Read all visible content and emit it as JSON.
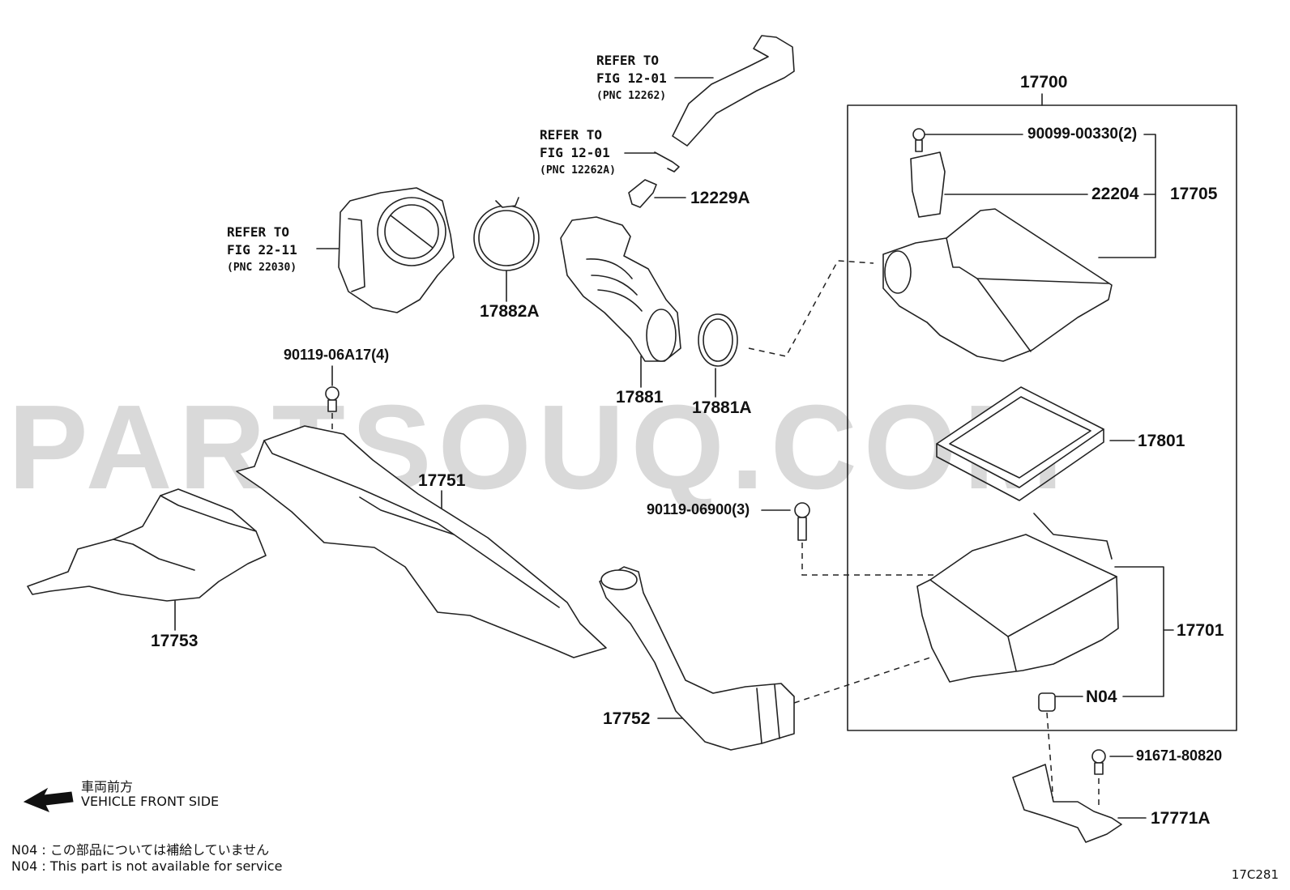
{
  "watermark": "PARTSOUQ.COM",
  "callouts": {
    "p17700": "17700",
    "p90099": "90099-00330(2)",
    "p22204": "22204",
    "p17705": "17705",
    "p12229A": "12229A",
    "p17882A": "17882A",
    "p17881": "17881",
    "p17881A": "17881A",
    "p90119_06A17": "90119-06A17(4)",
    "p17751": "17751",
    "p17753": "17753",
    "p17752": "17752",
    "p17801": "17801",
    "p90119_06900": "90119-06900(3)",
    "p17701": "17701",
    "pN04": "N04",
    "p91671": "91671-80820",
    "p17771A": "17771A"
  },
  "references": [
    {
      "line1": "REFER TO",
      "line2": "FIG 12-01",
      "line3": "(PNC 12262)"
    },
    {
      "line1": "REFER TO",
      "line2": "FIG 12-01",
      "line3": "(PNC 12262A)"
    },
    {
      "line1": "REFER TO",
      "line2": "FIG 22-11",
      "line3": "(PNC 22030)"
    }
  ],
  "direction": {
    "jp": "車両前方",
    "en": "VEHICLE FRONT SIDE"
  },
  "notes": {
    "jp": "N04 : この部品については補給していません",
    "en": "N04 : This part is not available for service"
  },
  "figure_code": "17C281",
  "icons": [
    "arrow-left-icon"
  ]
}
